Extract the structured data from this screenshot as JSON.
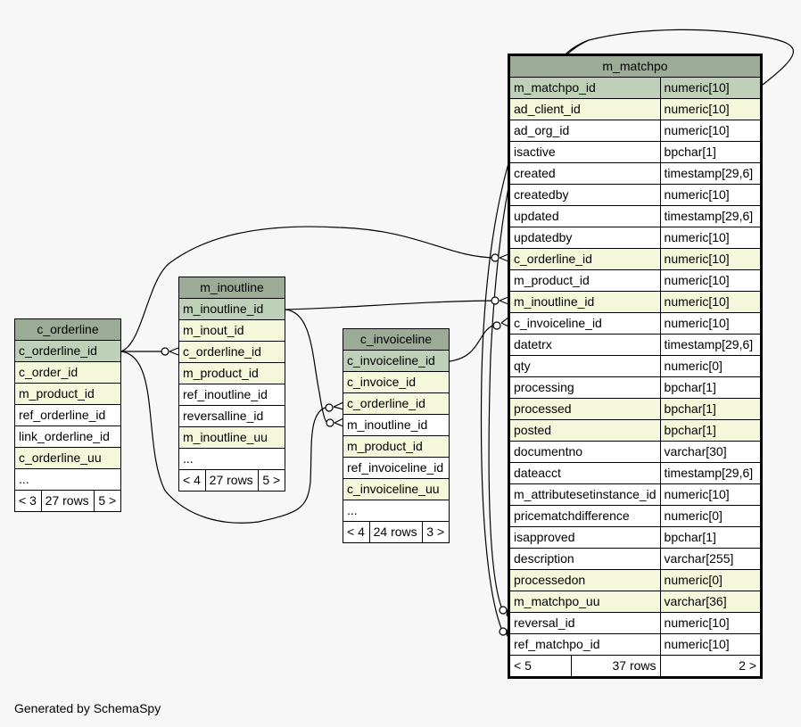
{
  "footer": "Generated by SchemaSpy",
  "c_orderline": {
    "title": "c_orderline",
    "rows": [
      {
        "name": "c_orderline_id",
        "kind": "pk"
      },
      {
        "name": "c_order_id",
        "kind": "fk"
      },
      {
        "name": "m_product_id",
        "kind": "fk"
      },
      {
        "name": "ref_orderline_id",
        "kind": ""
      },
      {
        "name": "link_orderline_id",
        "kind": ""
      },
      {
        "name": "c_orderline_uu",
        "kind": "fk"
      },
      {
        "name": "...",
        "kind": ""
      }
    ],
    "footer": {
      "left": "< 3",
      "mid": "27 rows",
      "right": "5 >"
    }
  },
  "m_inoutline": {
    "title": "m_inoutline",
    "rows": [
      {
        "name": "m_inoutline_id",
        "kind": "pk"
      },
      {
        "name": "m_inout_id",
        "kind": "fk"
      },
      {
        "name": "c_orderline_id",
        "kind": "fk"
      },
      {
        "name": "m_product_id",
        "kind": "fk"
      },
      {
        "name": "ref_inoutline_id",
        "kind": ""
      },
      {
        "name": "reversalline_id",
        "kind": ""
      },
      {
        "name": "m_inoutline_uu",
        "kind": "fk"
      },
      {
        "name": "...",
        "kind": ""
      }
    ],
    "footer": {
      "left": "< 4",
      "mid": "27 rows",
      "right": "5 >"
    }
  },
  "c_invoiceline": {
    "title": "c_invoiceline",
    "rows": [
      {
        "name": "c_invoiceline_id",
        "kind": "pk"
      },
      {
        "name": "c_invoice_id",
        "kind": "fk"
      },
      {
        "name": "c_orderline_id",
        "kind": "fk"
      },
      {
        "name": "m_inoutline_id",
        "kind": ""
      },
      {
        "name": "m_product_id",
        "kind": "fk"
      },
      {
        "name": "ref_invoiceline_id",
        "kind": ""
      },
      {
        "name": "c_invoiceline_uu",
        "kind": "fk"
      },
      {
        "name": "...",
        "kind": ""
      }
    ],
    "footer": {
      "left": "< 4",
      "mid": "24 rows",
      "right": "3 >"
    }
  },
  "m_matchpo": {
    "title": "m_matchpo",
    "rows": [
      {
        "name": "m_matchpo_id",
        "type": "numeric[10]",
        "kind": "pk"
      },
      {
        "name": "ad_client_id",
        "type": "numeric[10]",
        "kind": "fk"
      },
      {
        "name": "ad_org_id",
        "type": "numeric[10]",
        "kind": ""
      },
      {
        "name": "isactive",
        "type": "bpchar[1]",
        "kind": ""
      },
      {
        "name": "created",
        "type": "timestamp[29,6]",
        "kind": ""
      },
      {
        "name": "createdby",
        "type": "numeric[10]",
        "kind": ""
      },
      {
        "name": "updated",
        "type": "timestamp[29,6]",
        "kind": ""
      },
      {
        "name": "updatedby",
        "type": "numeric[10]",
        "kind": ""
      },
      {
        "name": "c_orderline_id",
        "type": "numeric[10]",
        "kind": "fk"
      },
      {
        "name": "m_product_id",
        "type": "numeric[10]",
        "kind": ""
      },
      {
        "name": "m_inoutline_id",
        "type": "numeric[10]",
        "kind": "fk"
      },
      {
        "name": "c_invoiceline_id",
        "type": "numeric[10]",
        "kind": ""
      },
      {
        "name": "datetrx",
        "type": "timestamp[29,6]",
        "kind": ""
      },
      {
        "name": "qty",
        "type": "numeric[0]",
        "kind": ""
      },
      {
        "name": "processing",
        "type": "bpchar[1]",
        "kind": ""
      },
      {
        "name": "processed",
        "type": "bpchar[1]",
        "kind": "fk"
      },
      {
        "name": "posted",
        "type": "bpchar[1]",
        "kind": "fk"
      },
      {
        "name": "documentno",
        "type": "varchar[30]",
        "kind": ""
      },
      {
        "name": "dateacct",
        "type": "timestamp[29,6]",
        "kind": ""
      },
      {
        "name": "m_attributesetinstance_id",
        "type": "numeric[10]",
        "kind": ""
      },
      {
        "name": "pricematchdifference",
        "type": "numeric[0]",
        "kind": ""
      },
      {
        "name": "isapproved",
        "type": "bpchar[1]",
        "kind": ""
      },
      {
        "name": "description",
        "type": "varchar[255]",
        "kind": ""
      },
      {
        "name": "processedon",
        "type": "numeric[0]",
        "kind": "fk"
      },
      {
        "name": "m_matchpo_uu",
        "type": "varchar[36]",
        "kind": "fk"
      },
      {
        "name": "reversal_id",
        "type": "numeric[10]",
        "kind": ""
      },
      {
        "name": "ref_matchpo_id",
        "type": "numeric[10]",
        "kind": ""
      }
    ],
    "footer": {
      "left": "< 5",
      "mid": "37 rows",
      "right": "2 >"
    }
  }
}
